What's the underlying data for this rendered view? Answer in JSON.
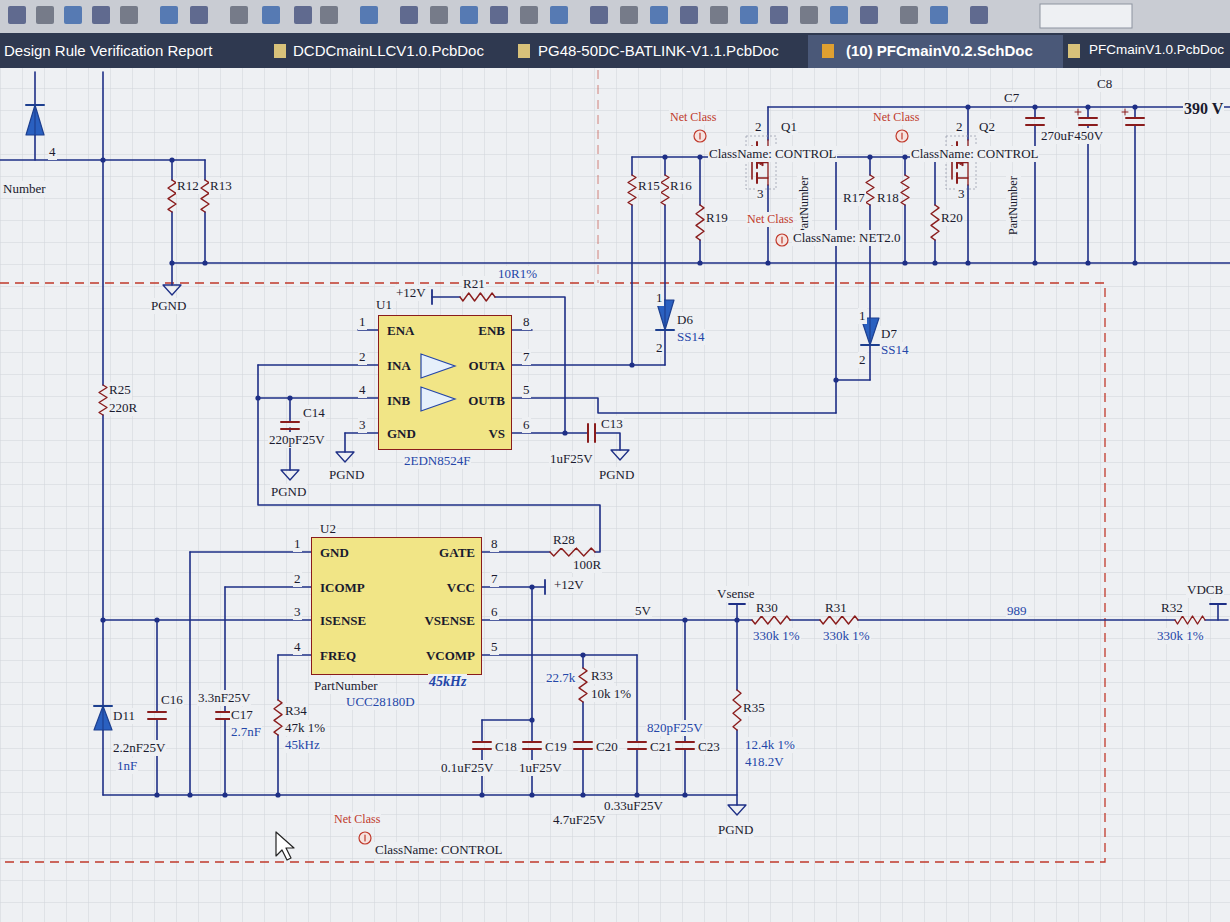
{
  "diagram": {
    "nodes": [
      {
        "text": [
          "ENA",
          "ENB",
          "INA",
          "OUTA",
          "INB",
          "OUTB",
          "GND",
          "VS"
        ]
      },
      {
        "text": [
          "GND",
          "GATE",
          "ICOMP",
          "VCC",
          "ISENSE",
          "VSENSE",
          "FREQ",
          "VCOMP"
        ]
      }
    ],
    "labels": [
      "Design Rule Verification Report",
      "DCDCmainLLCV1.0.PcbDoc",
      "PG48-50DC-BATLINK-V1.1.PcbDoc",
      "(10) PFCmainV0.2.SchDoc",
      "PFCmainV1.0.PcbDoc",
      "Number",
      "4",
      "R12",
      "R13",
      "PGND",
      "Net Class",
      "ClassName: CONTROL",
      "2",
      "Q1",
      "3",
      "PartNumber",
      "Net Class",
      "ClassName: CONTROL",
      "2",
      "Q2",
      "3",
      "PartNumber",
      "C7",
      "C8",
      "270uF450V",
      "390 V",
      "R15",
      "R16",
      "R19",
      "Net Class",
      "ClassName: NET2.0",
      "R17",
      "R18",
      "R20",
      "10R1%",
      "R21",
      "U1",
      "+12V",
      "1",
      "D6",
      "SS14",
      "2",
      "1",
      "D7",
      "SS14",
      "2",
      "1",
      "8",
      "2",
      "7",
      "4",
      "5",
      "3",
      "6",
      "C14",
      "220pF25V",
      "PGND",
      "PGND",
      "2EDN8524F",
      "C13",
      "1uF25V",
      "PGND",
      "R25",
      "220R",
      "U2",
      "1",
      "8",
      "2",
      "7",
      "3",
      "6",
      "4",
      "5",
      "R28",
      "100R",
      "+12V",
      "PartNumber",
      "UCC28180D",
      "45kHz",
      "5V",
      "Vsense",
      "R30",
      "R31",
      "330k 1%",
      "330k 1%",
      "989",
      "VDCB",
      "R32",
      "330k 1%",
      "22.7k",
      "R33",
      "10k 1%",
      "R35",
      "12.4k 1%",
      "418.2V",
      "820pF25V",
      "C18",
      "C19",
      "C20",
      "C21",
      "C23",
      "0.1uF25V",
      "1uF25V",
      "0.33uF25V",
      "4.7uF25V",
      "PGND",
      "C16",
      "D11",
      "2.2nF25V",
      "1nF",
      "3.3nF25V",
      "C17",
      "2.7nF",
      "R34",
      "47k 1%",
      "45kHz",
      "Net Class",
      "ClassName: CONTROL"
    ]
  }
}
